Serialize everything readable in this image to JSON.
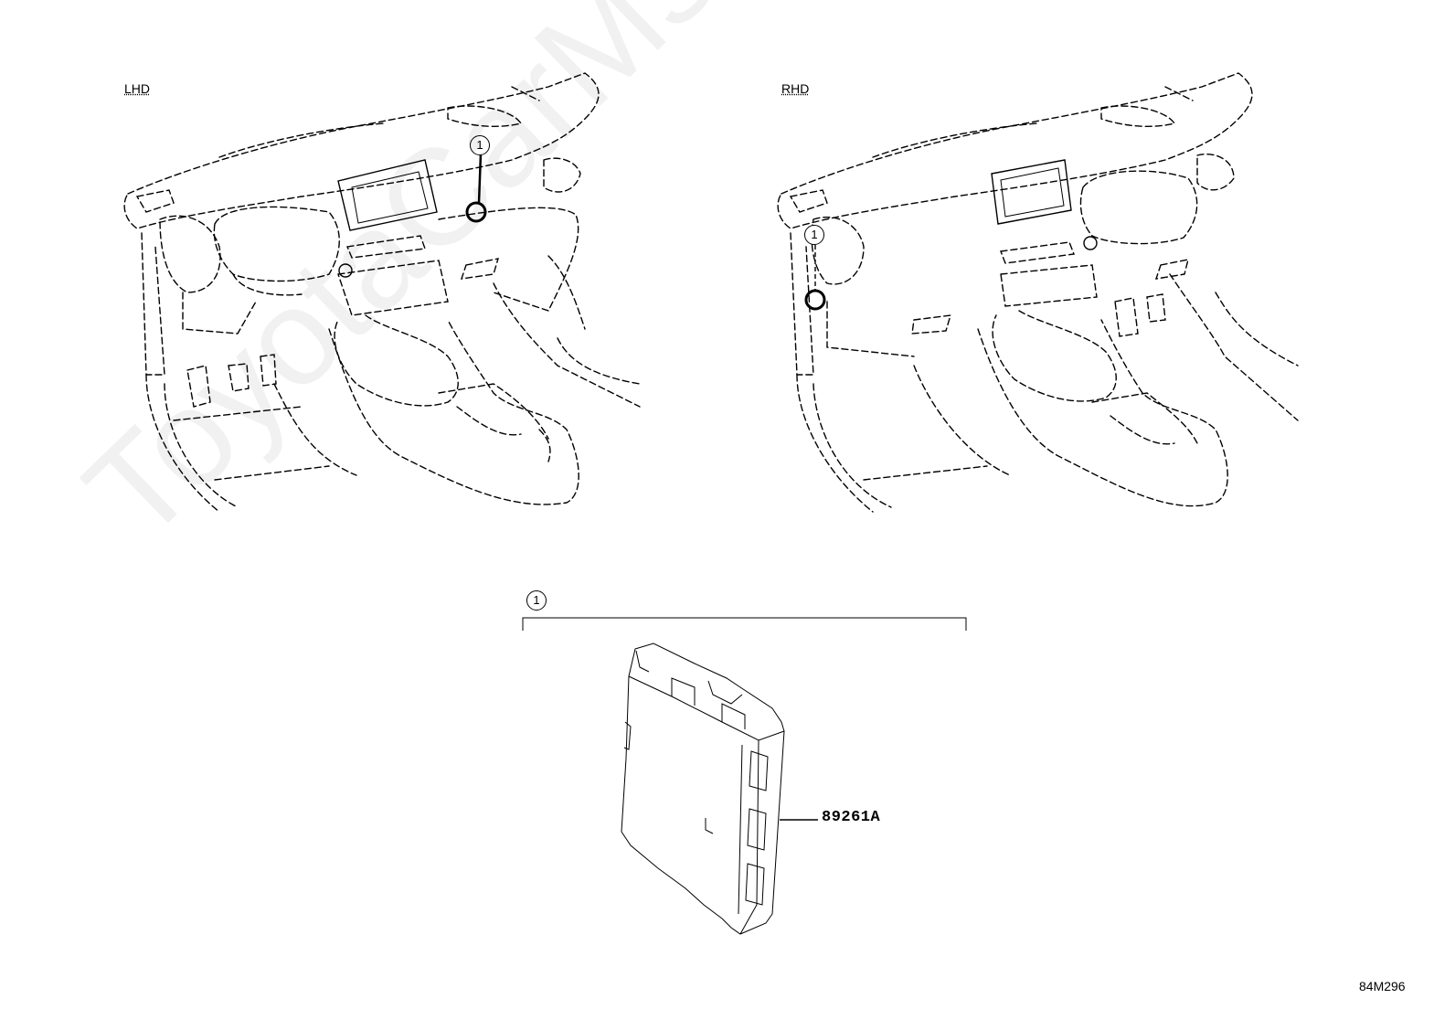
{
  "views": {
    "lhd": {
      "label": "LHD"
    },
    "rhd": {
      "label": "RHD"
    }
  },
  "callouts": {
    "lhd": "1",
    "rhd": "1",
    "part": "1"
  },
  "part": {
    "number": "89261A"
  },
  "diagram_code": "84M296",
  "watermark": "ToyotaCarMsc.ru"
}
